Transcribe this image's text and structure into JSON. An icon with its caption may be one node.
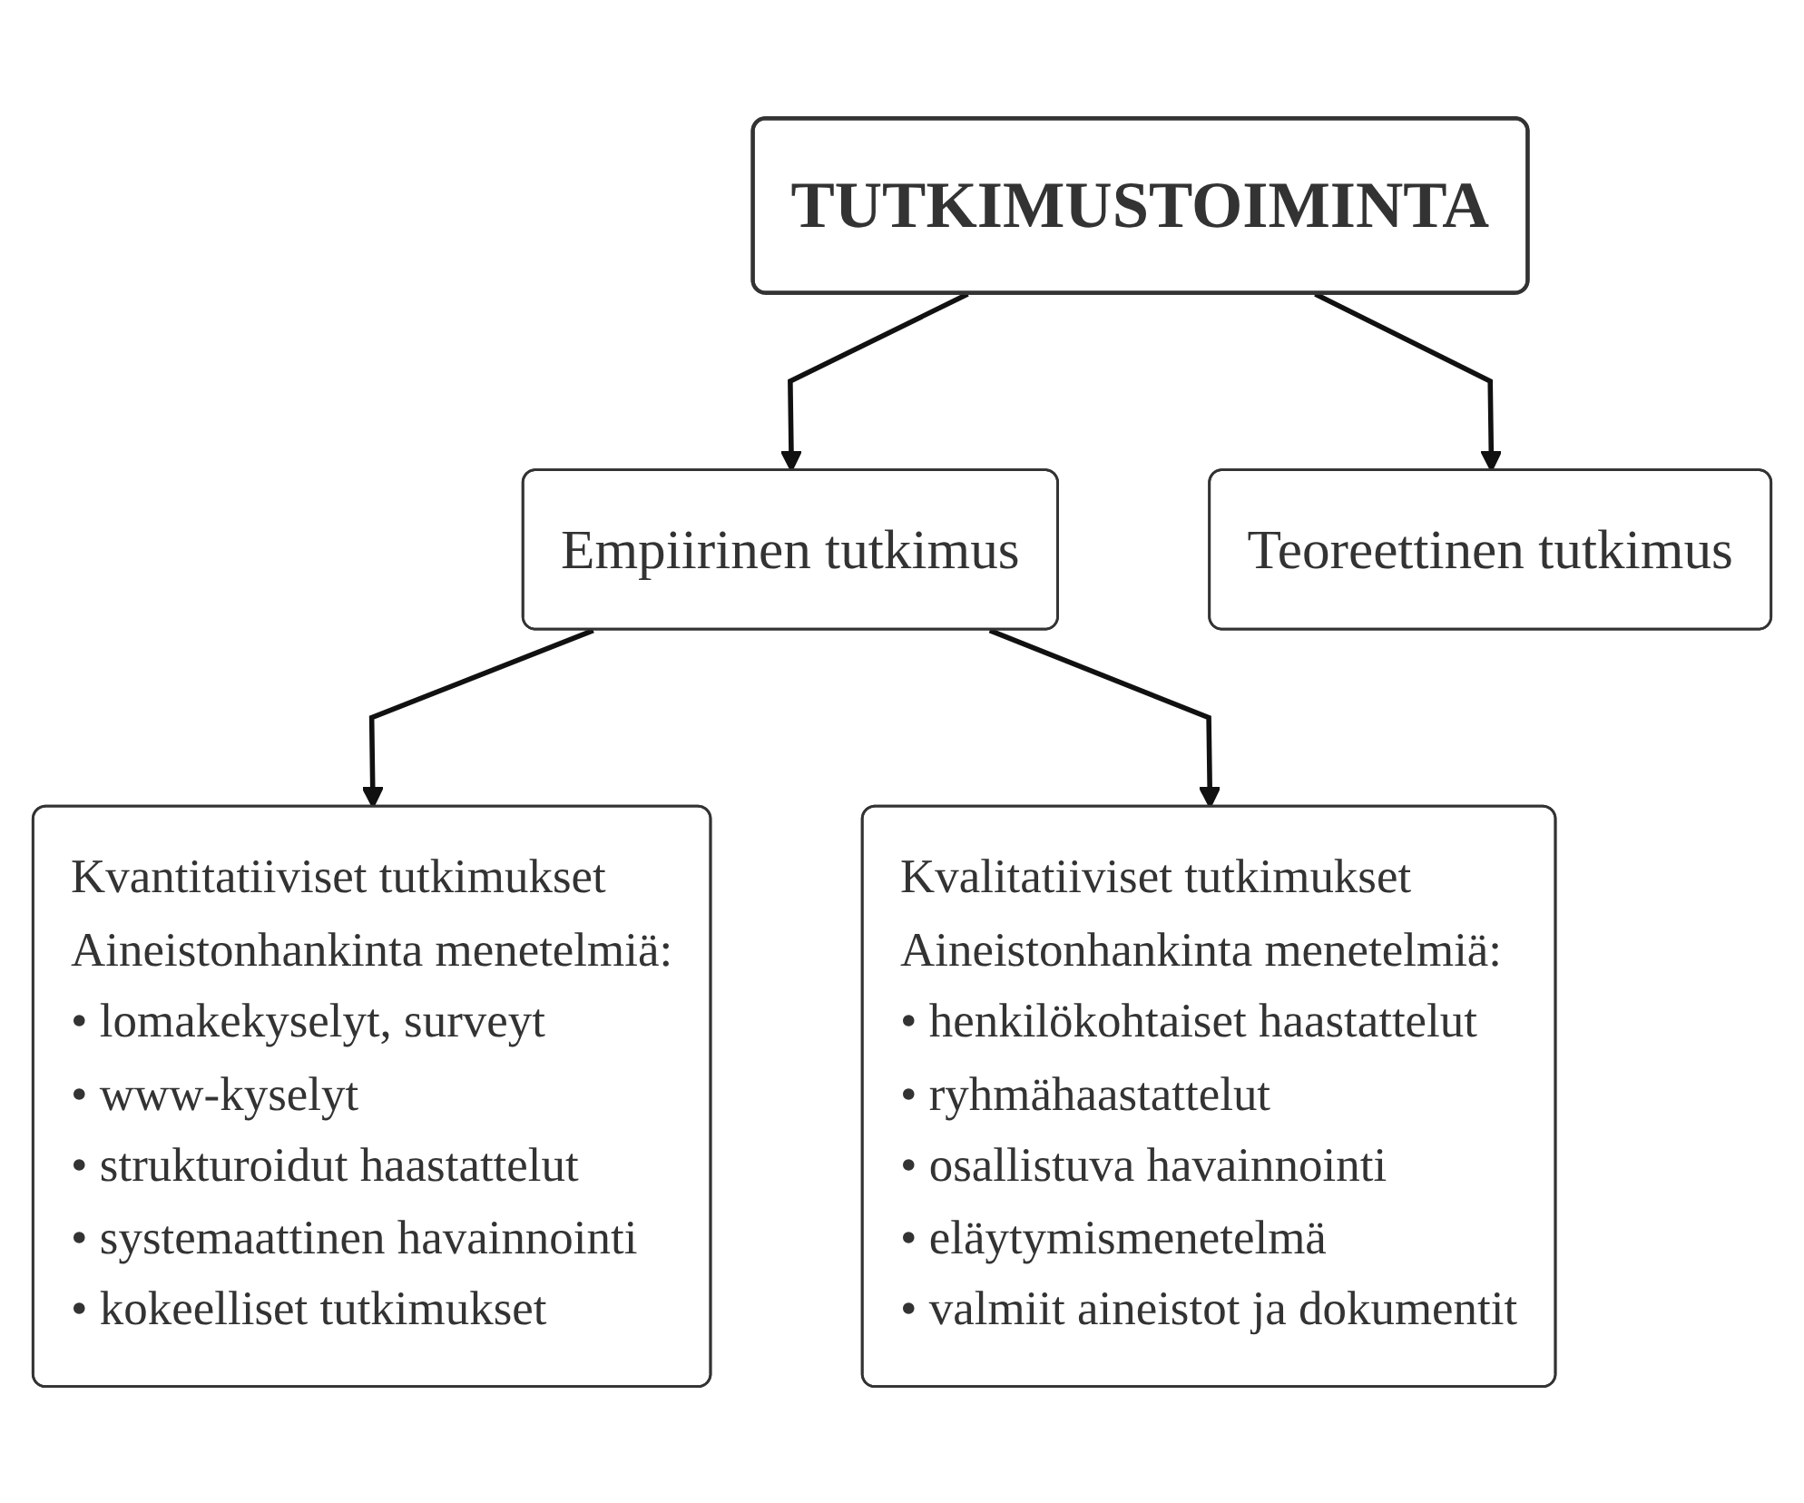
{
  "diagram": {
    "nodes": [
      {
        "text": [
          "TUTKIMUSTOIMINTA"
        ]
      },
      {
        "text": [
          "Empiirinen tutkimus"
        ]
      },
      {
        "text": [
          "Teoreettinen tutkimus"
        ]
      },
      {
        "text": [
          "Kvantitatiiviset tutkimukset",
          "Aineistonhankinta menetelmiä:",
          "• lomakekyselyt, surveyt",
          "• www-kyselyt",
          "• strukturoidut haastattelut",
          "• systemaattinen havainnointi",
          "• kokeelliset tutkimukset"
        ]
      },
      {
        "text": [
          "Kvalitatiiviset tutkimukset",
          "Aineistonhankinta menetelmiä:",
          "• henkilökohtaiset haastattelut",
          "• ryhmähaastattelut",
          "• osallistuva havainnointi",
          "• eläytymismenetelmä",
          "• valmiit aineistot ja dokumentit"
        ]
      }
    ],
    "edges": [
      {
        "from": 0,
        "to": 1,
        "arrow": "to"
      },
      {
        "from": 0,
        "to": 2,
        "arrow": "to"
      },
      {
        "from": 1,
        "to": 3,
        "arrow": "to"
      },
      {
        "from": 1,
        "to": 4,
        "arrow": "to"
      }
    ]
  }
}
